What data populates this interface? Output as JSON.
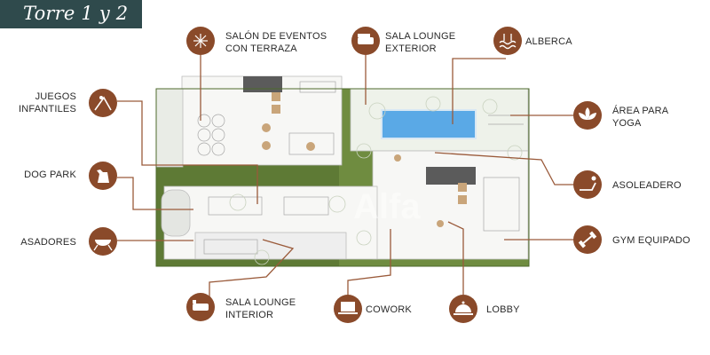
{
  "title": "Torre 1 y 2",
  "watermark": "Alfa",
  "colors": {
    "accent": "#8a4a2a",
    "title_bg": "#2f4a4c",
    "lawn": "#5e7a35",
    "pool": "#5aa9e6",
    "leader": "#9a5a3a"
  },
  "amenities": [
    {
      "key": "salon",
      "line1": "SALÓN DE EVENTOS",
      "line2": "CON TERRAZA",
      "icon": "chandelier-icon"
    },
    {
      "key": "lounge_ext",
      "line1": "SALA LOUNGE",
      "line2": "EXTERIOR",
      "icon": "sofa-icon"
    },
    {
      "key": "alberca",
      "line1": "ALBERCA",
      "line2": "",
      "icon": "pool-icon"
    },
    {
      "key": "yoga",
      "line1": "ÁREA PARA",
      "line2": "YOGA",
      "icon": "lotus-icon"
    },
    {
      "key": "asoleadero",
      "line1": "ASOLEADERO",
      "line2": "",
      "icon": "sunbed-icon"
    },
    {
      "key": "gym",
      "line1": "GYM EQUIPADO",
      "line2": "",
      "icon": "dumbbell-icon"
    },
    {
      "key": "lobby",
      "line1": "LOBBY",
      "line2": "",
      "icon": "bell-icon"
    },
    {
      "key": "cowork",
      "line1": "COWORK",
      "line2": "",
      "icon": "laptop-icon"
    },
    {
      "key": "lounge_int",
      "line1": "SALA LOUNGE",
      "line2": "INTERIOR",
      "icon": "sofa-icon"
    },
    {
      "key": "asadores",
      "line1": "ASADORES",
      "line2": "",
      "icon": "grill-icon"
    },
    {
      "key": "dogpark",
      "line1": "DOG PARK",
      "line2": "",
      "icon": "dog-icon"
    },
    {
      "key": "juegos",
      "line1": "JUEGOS",
      "line2": "INFANTILES",
      "icon": "slide-icon"
    }
  ]
}
